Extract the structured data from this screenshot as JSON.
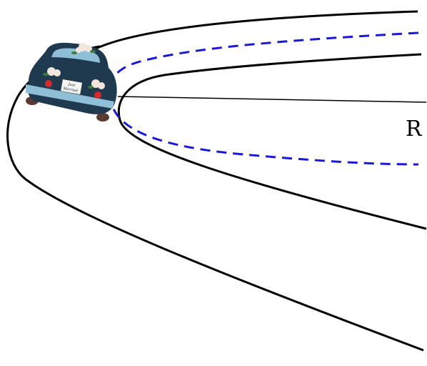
{
  "diagram": {
    "radius_label": "R",
    "car": {
      "plate_line1": "Just",
      "plate_line2": "Married"
    },
    "colors": {
      "road_edge": "#000000",
      "lane_guide": "#1a1ad6",
      "radius_line": "#000000",
      "car_body": "#1f3a4f",
      "car_trim": "#8fbfd6",
      "tail_light": "#d42a2a",
      "flowers": "#f2e6dc",
      "leaves": "#3f7a3a"
    }
  }
}
